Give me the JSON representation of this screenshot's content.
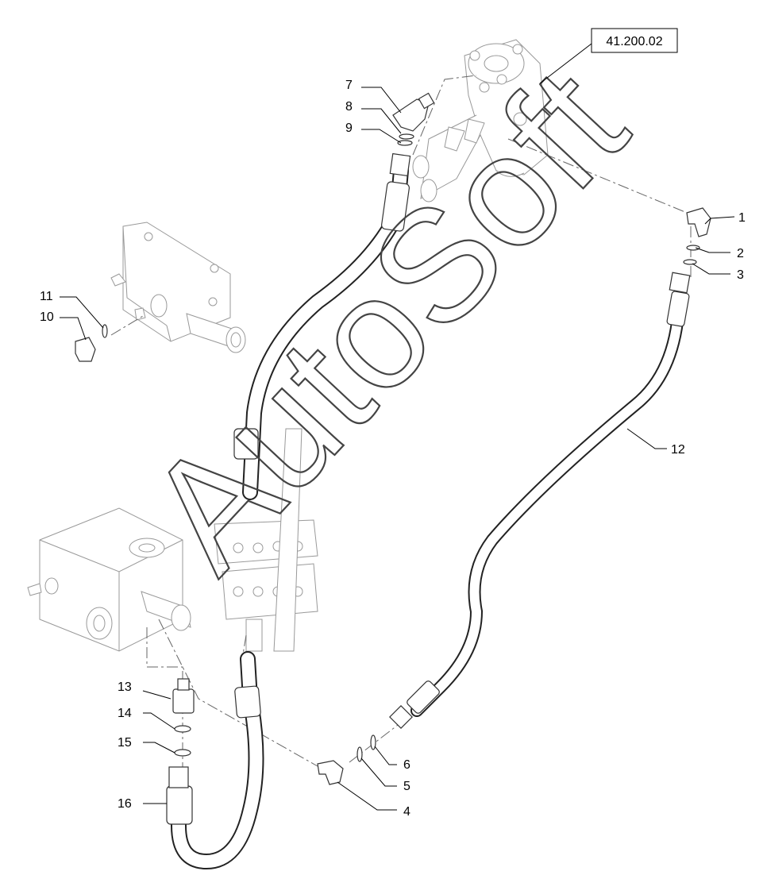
{
  "reference_box": {
    "label": "41.200.02"
  },
  "watermark": {
    "text": "AutoSoft"
  },
  "callouts": [
    {
      "id": "1",
      "label": "1"
    },
    {
      "id": "2",
      "label": "2"
    },
    {
      "id": "3",
      "label": "3"
    },
    {
      "id": "4",
      "label": "4"
    },
    {
      "id": "5",
      "label": "5"
    },
    {
      "id": "6",
      "label": "6"
    },
    {
      "id": "7",
      "label": "7"
    },
    {
      "id": "8",
      "label": "8"
    },
    {
      "id": "9",
      "label": "9"
    },
    {
      "id": "10",
      "label": "10"
    },
    {
      "id": "11",
      "label": "11"
    },
    {
      "id": "12",
      "label": "12"
    },
    {
      "id": "13",
      "label": "13"
    },
    {
      "id": "14",
      "label": "14"
    },
    {
      "id": "15",
      "label": "15"
    },
    {
      "id": "16",
      "label": "16"
    }
  ]
}
